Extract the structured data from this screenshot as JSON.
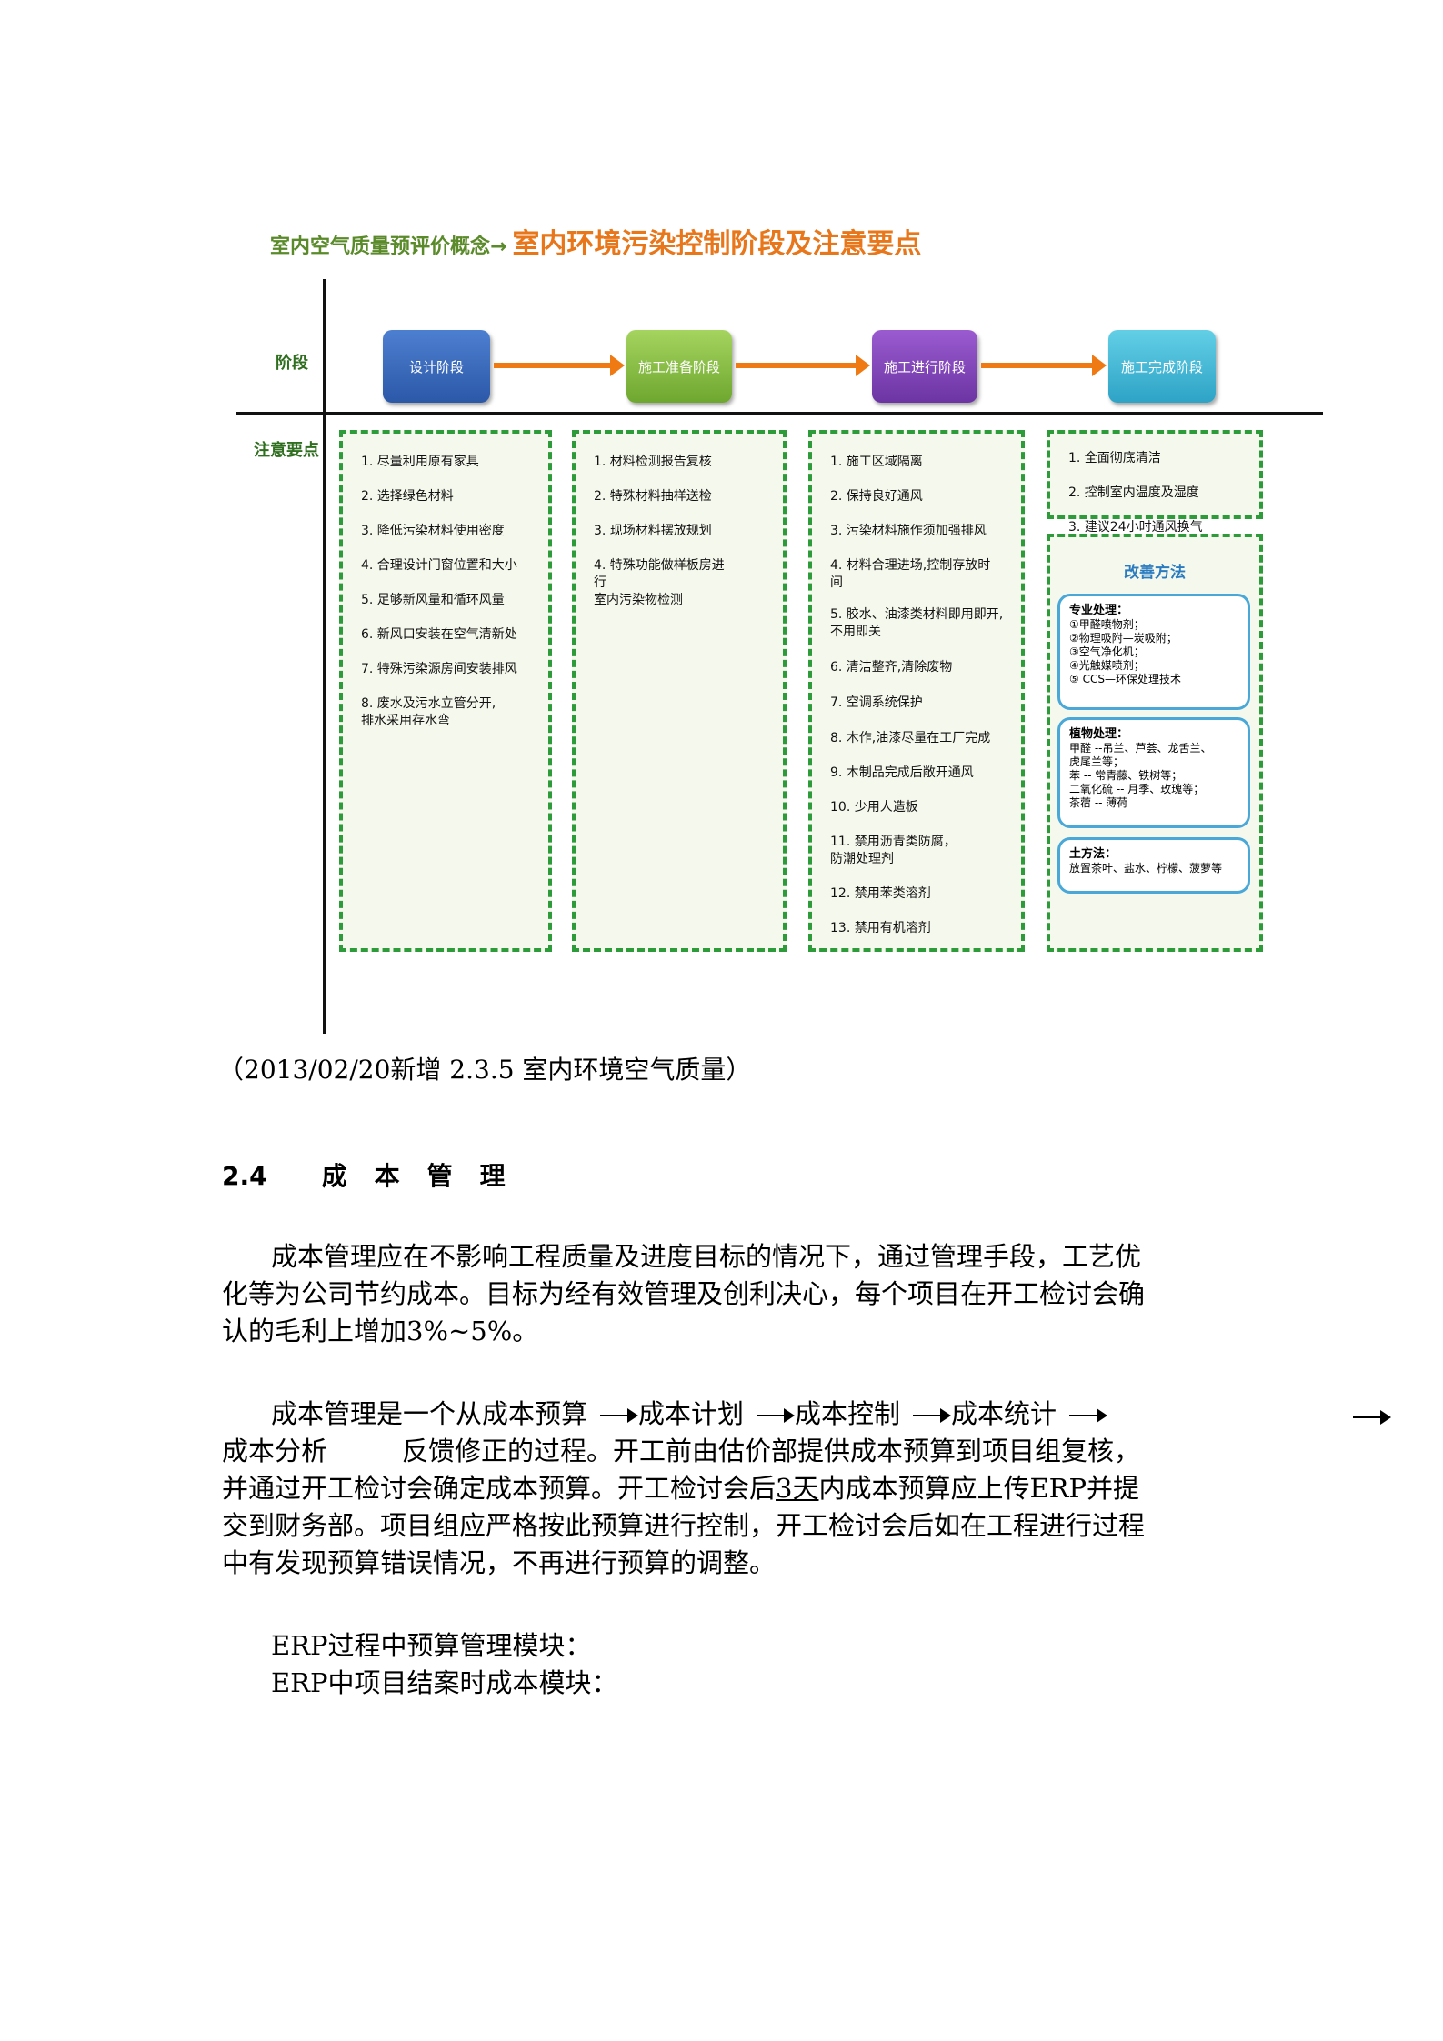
{
  "diagram": {
    "title_prefix": "室内空气质量预评价概念→",
    "title_main": "室内环境污染控制阶段及注意要点",
    "row_stage_label": "阶段",
    "row_notes_label": "注意要点",
    "stages": [
      "设计阶段",
      "施工准备阶段",
      "施工进行阶段",
      "施工完成阶段"
    ],
    "notes": [
      [
        "1. 尽量利用原有家具",
        "2. 选择绿色材料",
        "3. 降低污染材料使用密度",
        "4. 合理设计门窗位置和大小",
        "5. 足够新风量和循环风量",
        "6. 新风口安装在空气清新处",
        "7. 特殊污染源房间安装排风",
        "8. 废水及污水立管分开,\n    排水采用存水弯"
      ],
      [
        "1. 材料检测报告复核",
        "2. 特殊材料抽样送检",
        "3. 现场材料摆放规划",
        "4. 特殊功能做样板房进\n行\n      室内污染物检测"
      ],
      [
        "1. 施工区域隔离",
        "2. 保持良好通风",
        "3. 污染材料施作须加强排风",
        "4. 材料合理进场,控制存放时\n间",
        "5. 胶水、油漆类材料即用即开,\n    不用即关",
        "6. 清洁整齐,清除废物",
        "7. 空调系统保护",
        "8. 木作,油漆尽量在工厂完成",
        "9. 木制品完成后敞开通风",
        "10. 少用人造板",
        "11. 禁用沥青类防腐，\n      防潮处理剂",
        "12. 禁用苯类溶剂",
        "13. 禁用有机溶剂"
      ],
      [
        "1. 全面彻底清洁",
        "2. 控制室内温度及湿度",
        "3. 建议24小时通风换气"
      ]
    ],
    "improve_title": "改善方法",
    "methods": [
      {
        "title": "专业处理：",
        "body": "①甲醛喷物剂；\n②物理吸附—炭吸附；\n③空气净化机；\n④光触媒喷剂；\n⑤ CCS—环保处理技术"
      },
      {
        "title": "植物处理：",
        "body": "甲醛 --吊兰、芦荟、龙舌兰、\n          虎尾兰等；\n苯 -- 常青藤、铁树等；\n二氧化硫 -- 月季、玫瑰等；\n茶蓿 -- 薄荷"
      },
      {
        "title": "土方法：",
        "body": "放置茶叶、盐水、柠檬、菠萝等"
      }
    ]
  },
  "doc": {
    "caption": "（2013/02/20新增  2.3.5  室内环境空气质量）",
    "section_number": "2.4",
    "section_title": [
      "成",
      "本",
      "管",
      "理"
    ],
    "p1_lines": [
      "成本管理应在不影响工程质量及进度目标的情况下，通过管理手段，工艺优",
      "化等为公司节约成本。目标为经有效管理及创利决心，每个项目在开工检讨会确",
      "认的毛利上增加3%~5%。"
    ],
    "p2_flow": [
      "成本管理是一个从成本预算",
      "成本计划",
      "成本控制",
      "成本统计"
    ],
    "p2_line2_a": "成本分析",
    "p2_line2_b": "反馈修正的过程。开工前由估价部提供成本预算到项目组复核，",
    "p2_line3": "并通过开工检讨会确定成本预算。开工检讨会后",
    "p2_line3_u": "3天",
    "p2_line3_b": "内成本预算应上传ERP并提",
    "p2_line4": "交到财务部。项目组应严格按此预算进行控制，开工检讨会后如在工程进行过程",
    "p2_line5": "中有发现预算错误情况，不再进行预算的调整。",
    "erp1": "ERP过程中预算管理模块：",
    "erp2": "ERP中项目结案时成本模块："
  }
}
